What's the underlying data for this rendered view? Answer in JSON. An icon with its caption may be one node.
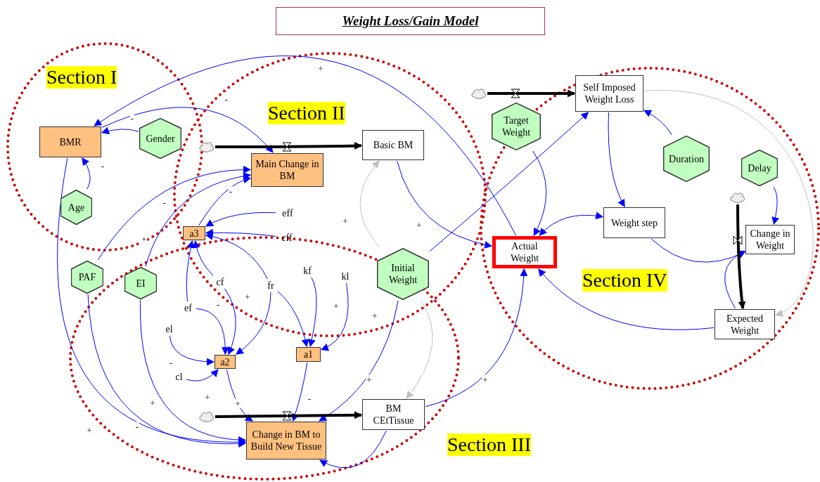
{
  "diagram": {
    "title": "Weight Loss/Gain Model",
    "nodes": [
      {
        "text": [
          "BMR"
        ]
      },
      {
        "text": [
          "Gender"
        ]
      },
      {
        "text": [
          "Age"
        ]
      },
      {
        "text": [
          "Main Change in BM"
        ]
      },
      {
        "text": [
          "Basic BM"
        ]
      },
      {
        "text": [
          "a3"
        ]
      },
      {
        "text": [
          "eff"
        ]
      },
      {
        "text": [
          "cff"
        ]
      },
      {
        "text": [
          "Target Weight"
        ]
      },
      {
        "text": [
          "Self Imposed Weight Loss"
        ]
      },
      {
        "text": [
          "Duration"
        ]
      },
      {
        "text": [
          "Delay"
        ]
      },
      {
        "text": [
          "Weight step"
        ]
      },
      {
        "text": [
          "Actual Weight"
        ]
      },
      {
        "text": [
          "Change in Weight"
        ]
      },
      {
        "text": [
          "PAF"
        ]
      },
      {
        "text": [
          "EI"
        ]
      },
      {
        "text": [
          "cf"
        ]
      },
      {
        "text": [
          "fr"
        ]
      },
      {
        "text": [
          "kf"
        ]
      },
      {
        "text": [
          "kl"
        ]
      },
      {
        "text": [
          "Initial Weight"
        ]
      },
      {
        "text": [
          "ef"
        ]
      },
      {
        "text": [
          "el"
        ]
      },
      {
        "text": [
          "a2"
        ]
      },
      {
        "text": [
          "a1"
        ]
      },
      {
        "text": [
          "cl"
        ]
      },
      {
        "text": [
          "Change in BM to Build New Tissue"
        ]
      },
      {
        "text": [
          "BM CEtTissue"
        ]
      },
      {
        "text": [
          "Expected Weight"
        ]
      },
      {
        "text": [],
        "shape": "cloud"
      },
      {
        "text": [],
        "shape": "cloud"
      },
      {
        "text": [],
        "shape": "cloud"
      },
      {
        "text": [],
        "shape": "cloud"
      }
    ],
    "edges": [
      {
        "from": 1,
        "to": 0,
        "arrow": "to",
        "label": "-"
      },
      {
        "from": 2,
        "to": 0,
        "arrow": "to",
        "label": "-"
      },
      {
        "from": 13,
        "to": 0,
        "arrow": "to",
        "label": "+"
      },
      {
        "from": 0,
        "to": 3,
        "arrow": "to",
        "label": "-"
      },
      {
        "from": 0,
        "to": 27,
        "arrow": "to",
        "label": "+"
      },
      {
        "from": 15,
        "to": 3,
        "arrow": "to",
        "label": "-"
      },
      {
        "from": 16,
        "to": 3,
        "arrow": "to",
        "label": "+"
      },
      {
        "from": 5,
        "to": 3,
        "arrow": "to",
        "label": "-"
      },
      {
        "from": 6,
        "to": 5,
        "arrow": "to"
      },
      {
        "from": 7,
        "to": 5,
        "arrow": "to"
      },
      {
        "from": 22,
        "to": 5,
        "arrow": "to"
      },
      {
        "from": 17,
        "to": 5,
        "arrow": "to"
      },
      {
        "from": 18,
        "to": 5,
        "arrow": "to"
      },
      {
        "from": 22,
        "to": 24,
        "arrow": "to",
        "label": "-"
      },
      {
        "from": 17,
        "to": 24,
        "arrow": "to",
        "label": "+"
      },
      {
        "from": 18,
        "to": 24,
        "arrow": "to"
      },
      {
        "from": 18,
        "to": 25,
        "arrow": "to"
      },
      {
        "from": 19,
        "to": 25,
        "arrow": "to",
        "label": "+"
      },
      {
        "from": 20,
        "to": 25,
        "arrow": "to",
        "label": "+"
      },
      {
        "from": 23,
        "to": 24,
        "arrow": "to",
        "label": "-"
      },
      {
        "from": 26,
        "to": 24,
        "arrow": "to"
      },
      {
        "from": 24,
        "to": 27,
        "arrow": "to",
        "label": "+"
      },
      {
        "from": 25,
        "to": 27,
        "arrow": "to",
        "label": "-"
      },
      {
        "from": 21,
        "to": 27,
        "arrow": "to",
        "label": "+"
      },
      {
        "from": 15,
        "to": 27,
        "arrow": "to",
        "label": "-"
      },
      {
        "from": 16,
        "to": 27,
        "arrow": "to",
        "label": "+"
      },
      {
        "from": 28,
        "to": 27,
        "arrow": "to"
      },
      {
        "from": 28,
        "to": 13,
        "arrow": "to",
        "label": "+"
      },
      {
        "from": 4,
        "to": 13,
        "arrow": "to",
        "label": "+"
      },
      {
        "from": 21,
        "to": 4,
        "arrow": "to",
        "label": "+",
        "color": "#c0c0c0"
      },
      {
        "from": 21,
        "to": 28,
        "arrow": "to",
        "color": "#c0c0c0"
      },
      {
        "from": 21,
        "to": 9,
        "arrow": "to"
      },
      {
        "from": 8,
        "to": 13,
        "arrow": "to"
      },
      {
        "from": 12,
        "to": 13,
        "arrow": "both"
      },
      {
        "from": 9,
        "to": 12,
        "arrow": "to"
      },
      {
        "from": 10,
        "to": 9,
        "arrow": "to"
      },
      {
        "from": 11,
        "to": 14,
        "arrow": "to"
      },
      {
        "from": 12,
        "to": 14,
        "arrow": "to"
      },
      {
        "from": 29,
        "to": 14,
        "arrow": "to"
      },
      {
        "from": 29,
        "to": 13,
        "arrow": "to"
      },
      {
        "from": 9,
        "to": 29,
        "arrow": "to",
        "color": "#c0c0c0"
      },
      {
        "from": 30,
        "to": 4,
        "arrow": "to",
        "style": "thick",
        "color": "#000000"
      },
      {
        "from": 31,
        "to": 9,
        "arrow": "to",
        "style": "thick",
        "color": "#000000"
      },
      {
        "from": 32,
        "to": 29,
        "arrow": "to",
        "style": "thick",
        "color": "#000000"
      },
      {
        "from": 33,
        "to": 28,
        "arrow": "to",
        "style": "thick",
        "color": "#000000"
      }
    ],
    "labels": [
      "Section I",
      "Section II",
      "Section IV",
      "+",
      "Section III"
    ]
  }
}
